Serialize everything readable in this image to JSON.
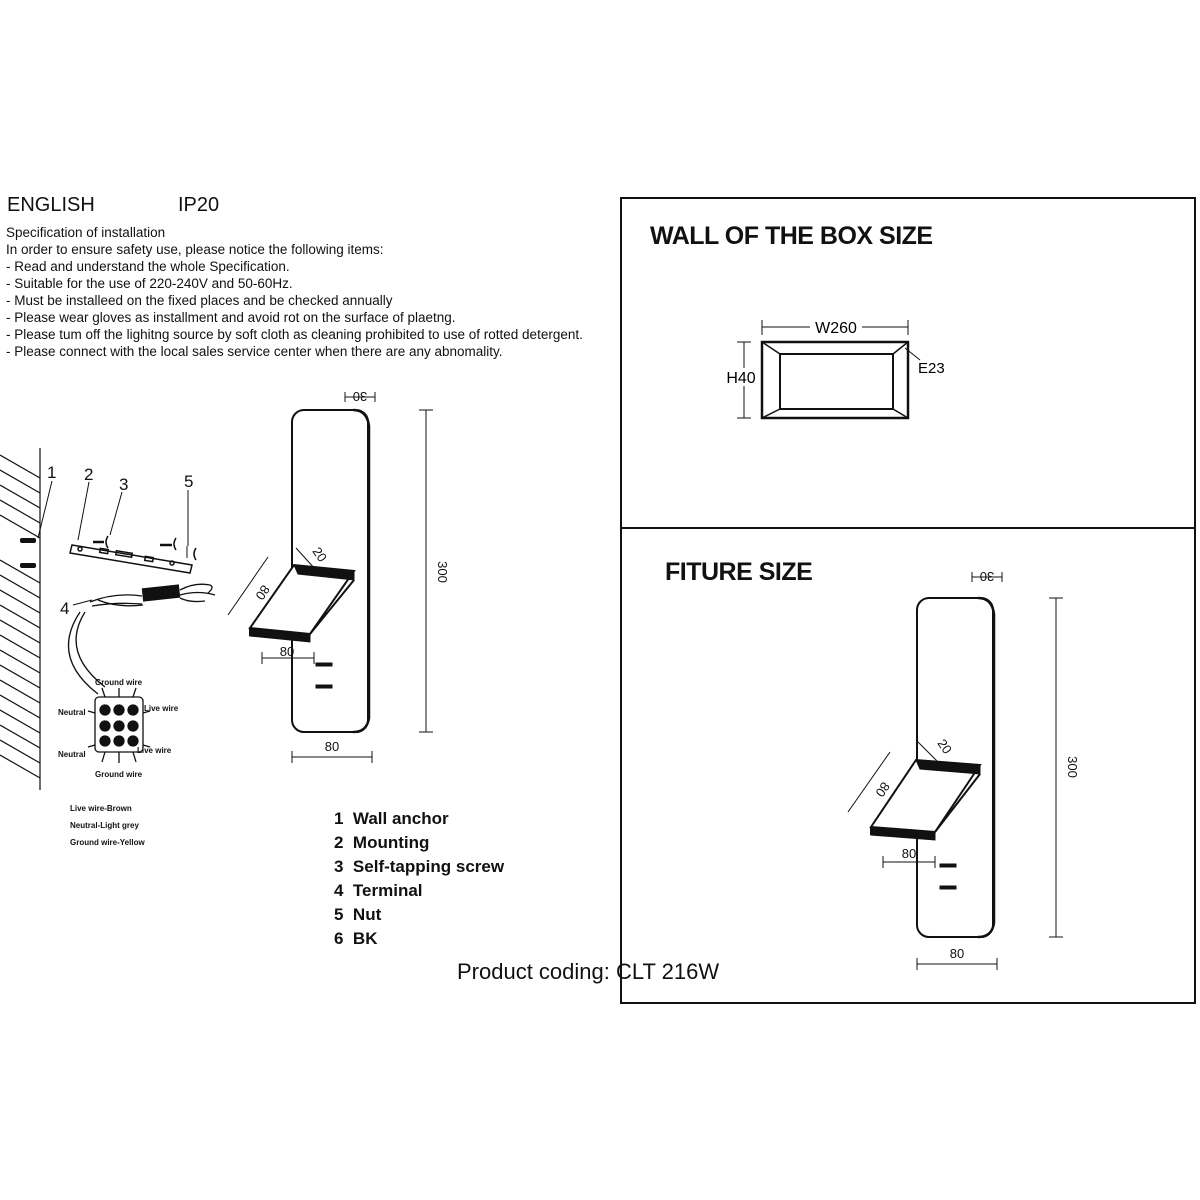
{
  "header": {
    "language": "ENGLISH",
    "ip_rating": "IP20"
  },
  "spec": {
    "title": "Specification of installation",
    "intro": "In order to ensure safety use, please notice the following items:",
    "items": [
      "- Read and understand the whole Specification.",
      "- Suitable for the use of 220-240V and 50-60Hz.",
      "- Must be installeed on the fixed places and be checked annually",
      "- Please wear gloves as installment and avoid rot on the surface of plaetng.",
      "- Please tum off the lighitng source by soft cloth as cleaning prohibited to use of rotted detergent.",
      "- Please connect with the local sales service center when there are any abnomality."
    ]
  },
  "install": {
    "callouts": [
      "1",
      "2",
      "3",
      "4",
      "5"
    ],
    "wiring": {
      "ground_top": "Ground wire",
      "neutral_top": "Neutral",
      "live_top": "Live wire",
      "neutral_bottom": "Neutral",
      "live_bottom": "Live wire",
      "ground_bottom": "Ground wire"
    },
    "wire_colors": [
      "Live wire-Brown",
      "Neutral-Light grey",
      "Ground wire-Yellow"
    ]
  },
  "dimensions_left": {
    "depth": "30",
    "height": "300",
    "head_depth": "20",
    "head_len": "80",
    "head_width": "80",
    "plate_width": "80"
  },
  "legend": [
    {
      "num": "1",
      "label": "Wall anchor"
    },
    {
      "num": "2",
      "label": "Mounting"
    },
    {
      "num": "3",
      "label": "Self-tapping screw"
    },
    {
      "num": "4",
      "label": "Terminal"
    },
    {
      "num": "5",
      "label": "Nut"
    },
    {
      "num": "6",
      "label": "BK"
    }
  ],
  "box": {
    "title": "WALL OF THE BOX SIZE",
    "w": "W260",
    "h": "H40",
    "e": "E23"
  },
  "fixture": {
    "title": "FITURE SIZE",
    "depth": "30",
    "height": "300",
    "head_depth": "20",
    "head_len": "80",
    "head_width": "80",
    "plate_width": "80"
  },
  "product_coding": "Product coding: CLT 216W"
}
